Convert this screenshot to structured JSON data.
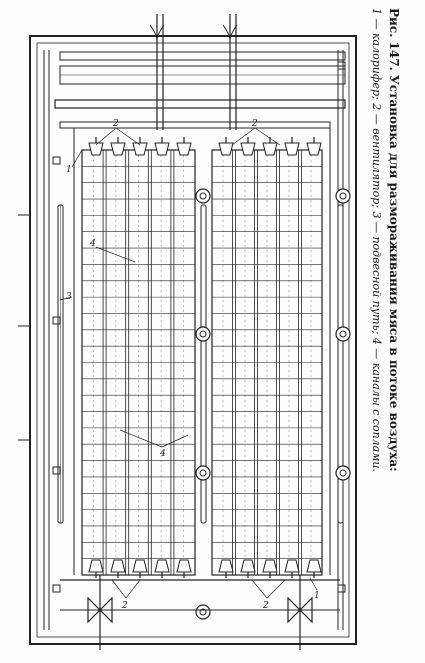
{
  "figure": {
    "caption_title": "Рис. 147. Установка для размораживания мяса в потоке воздуха:",
    "caption_legend": "1 — калорифер; 2 — вентилятор; 3 — подвесной путь; 4 — каналы с соплами.",
    "labels": {
      "top_fans_left": "2",
      "top_fans_right": "2",
      "heater_top": "1",
      "channels_top": "4",
      "track": "3",
      "channels_middle": "4",
      "bottom_fans_left": "2",
      "bottom_fans_right": "2",
      "heater_bottom": "1"
    }
  }
}
